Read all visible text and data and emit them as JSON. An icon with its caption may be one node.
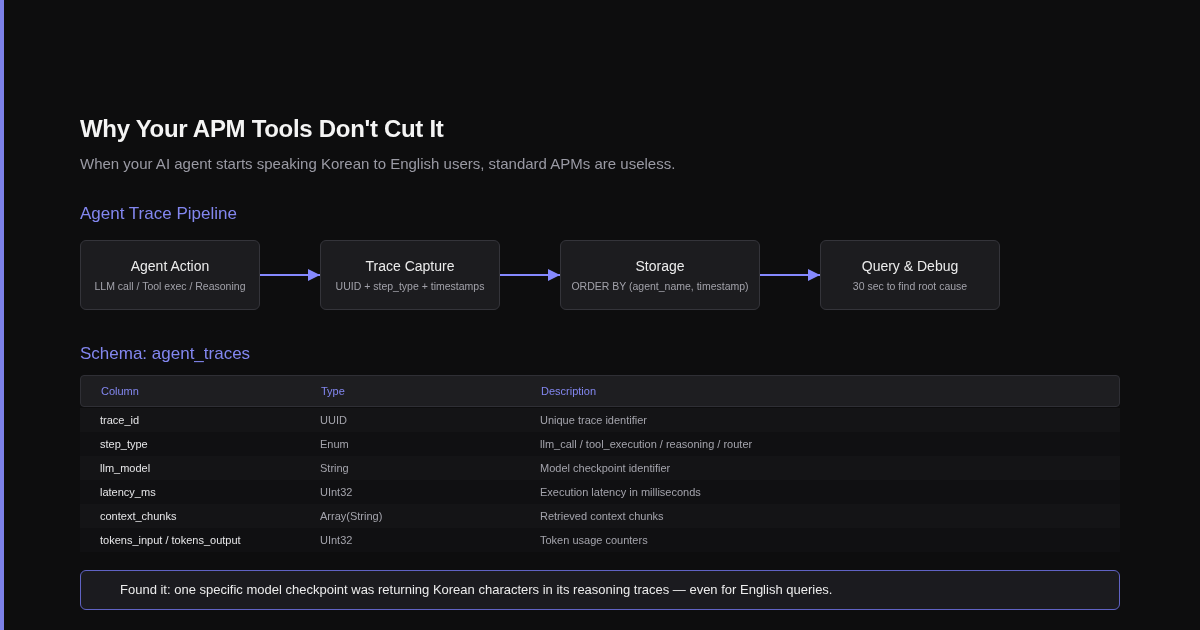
{
  "diagram": {
    "title": "Why Your APM Tools Don't Cut It",
    "nodes": [
      {
        "text": [
          "Agent Action",
          "LLM call / Tool exec / Reasoning"
        ]
      },
      {
        "text": [
          "Trace Capture",
          "UUID + step_type + timestamps"
        ]
      },
      {
        "text": [
          "Storage",
          "ORDER BY (agent_name, timestamp)"
        ]
      },
      {
        "text": [
          "Query & Debug",
          "30 sec to find root cause"
        ]
      },
      {
        "text": [
          "Found it: one specific model checkpoint was returning Korean characters in its reasoning traces — even for English queries."
        ]
      }
    ],
    "edges": [
      {
        "from": 0,
        "to": 1,
        "arrow": "to"
      },
      {
        "from": 1,
        "to": 2,
        "arrow": "to"
      },
      {
        "from": 2,
        "to": 3,
        "arrow": "to"
      }
    ],
    "labels": [
      "When your AI agent starts speaking Korean to English users, standard APMs are useless.",
      "Agent Trace Pipeline",
      "Schema: agent_traces",
      "Column",
      "Type",
      "Description",
      "trace_id",
      "UUID",
      "Unique trace identifier",
      "step_type",
      "Enum",
      "llm_call / tool_execution / reasoning / router",
      "llm_model",
      "String",
      "Model checkpoint identifier",
      "latency_ms",
      "UInt32",
      "Execution latency in milliseconds",
      "context_chunks",
      "Array(String)",
      "Retrieved context chunks",
      "tokens_input / tokens_output",
      "UInt32",
      "Token usage counters"
    ]
  }
}
